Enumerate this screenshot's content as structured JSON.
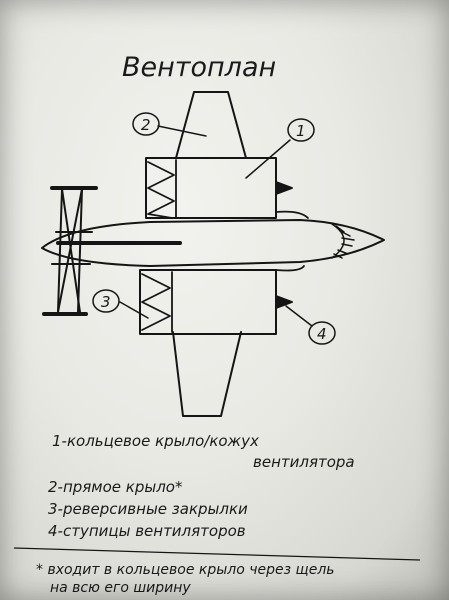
{
  "title": "Вентоплан",
  "callouts": [
    "1",
    "2",
    "3",
    "4"
  ],
  "legend": [
    {
      "line1": "1-кольцевое крыло/кожух",
      "line2": "вентилятора"
    },
    {
      "line1": "2-прямое крыло*"
    },
    {
      "line1": "3-реверсивные закрылки"
    },
    {
      "line1": "4-ступицы вентиляторов"
    }
  ],
  "footnote": {
    "line1": "* входит в кольцевое крыло через щель",
    "line2": "на всю его ширину"
  },
  "colors": {
    "ink": "#151515",
    "paper": "#ececE7"
  }
}
